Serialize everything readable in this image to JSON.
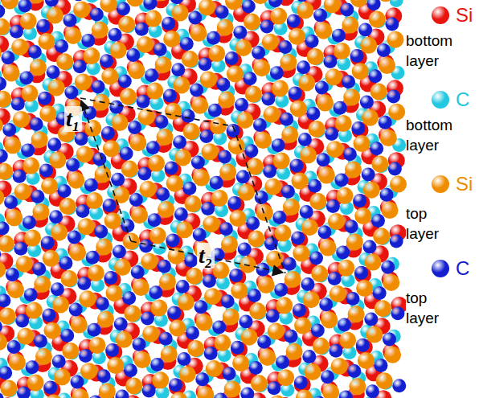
{
  "diagram": {
    "labels": [
      "t₁",
      "t₂",
      "bottom layer",
      "bottom layer",
      "top layer",
      "top layer"
    ],
    "legend": [
      {
        "text": "Si",
        "color": "#e8150f"
      },
      {
        "text": "C",
        "color": "#22c8e0"
      },
      {
        "text": "Si",
        "color": "#f08c00"
      },
      {
        "text": "C",
        "color": "#1420d0"
      }
    ]
  }
}
